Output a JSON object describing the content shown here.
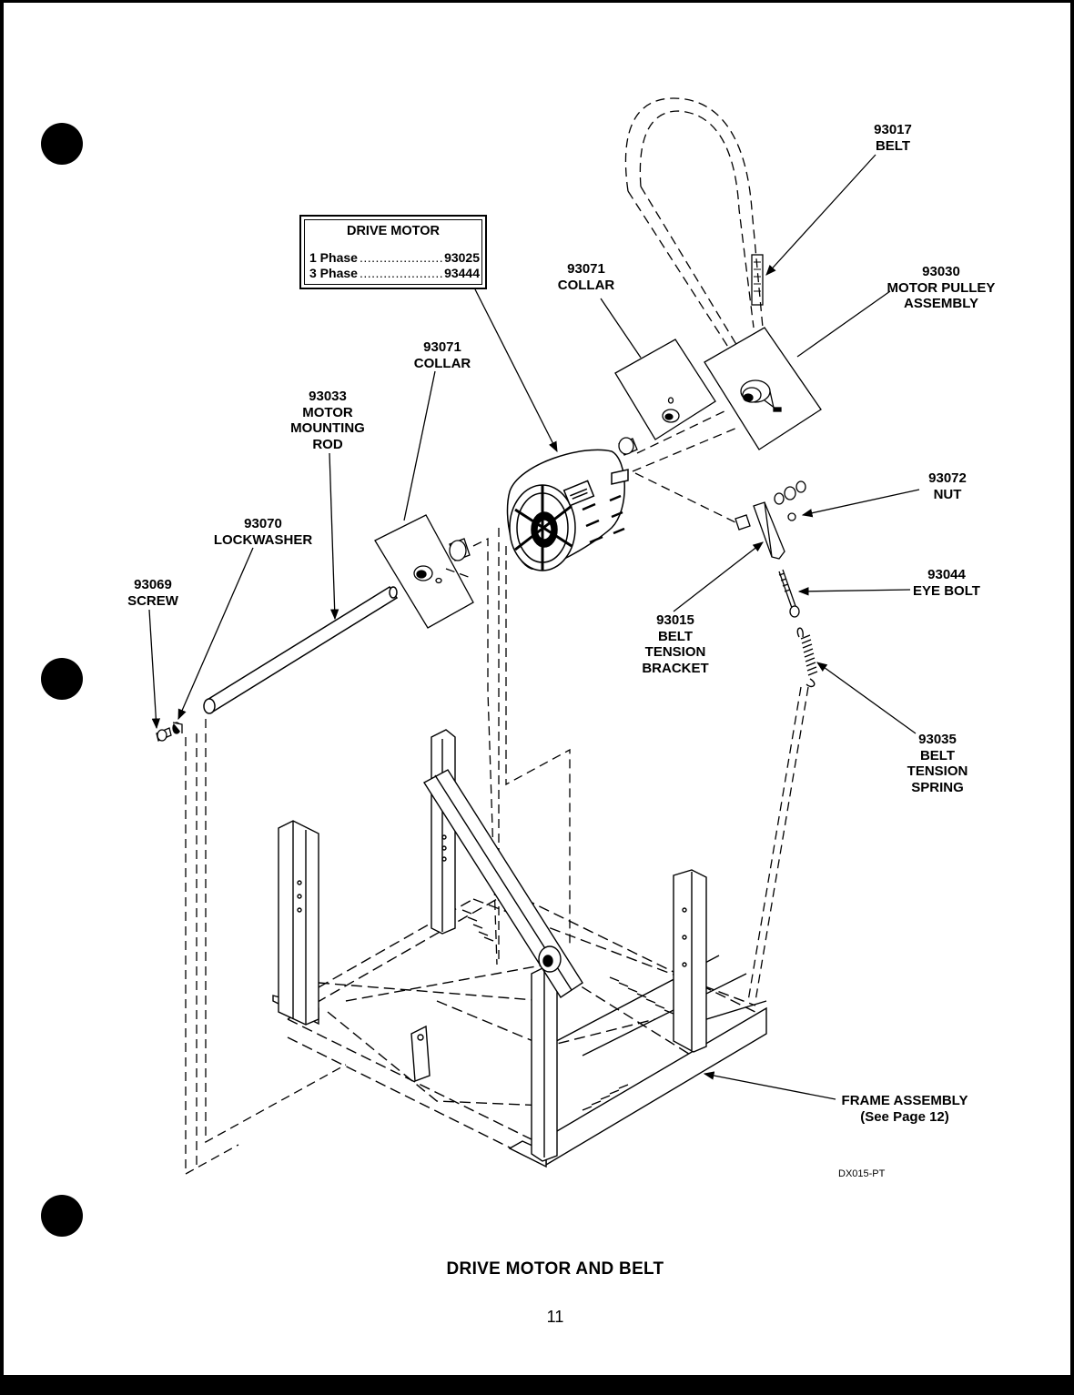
{
  "drive_motor_box": {
    "title": "DRIVE MOTOR",
    "rows": [
      {
        "phase": "1 Phase",
        "dots": "......................",
        "part": "93025"
      },
      {
        "phase": "3 Phase",
        "dots": "......................",
        "part": "93444"
      }
    ]
  },
  "callouts": {
    "belt": {
      "part": "93017",
      "name": "BELT"
    },
    "pulley": {
      "part": "93030",
      "line1": "MOTOR PULLEY",
      "line2": "ASSEMBLY"
    },
    "collar_upper": {
      "part": "93071",
      "name": "COLLAR"
    },
    "collar_lower": {
      "part": "93071",
      "name": "COLLAR"
    },
    "rod": {
      "part": "93033",
      "line1": "MOTOR",
      "line2": "MOUNTING",
      "line3": "ROD"
    },
    "lockwasher": {
      "part": "93070",
      "name": "LOCKWASHER"
    },
    "screw": {
      "part": "93069",
      "name": "SCREW"
    },
    "nut": {
      "part": "93072",
      "name": "NUT"
    },
    "eye_bolt": {
      "part": "93044",
      "name": "EYE BOLT"
    },
    "bracket": {
      "part": "93015",
      "line1": "BELT",
      "line2": "TENSION",
      "line3": "BRACKET"
    },
    "spring": {
      "part": "93035",
      "line1": "BELT",
      "line2": "TENSION",
      "line3": "SPRING"
    },
    "frame": {
      "line1": "FRAME ASSEMBLY",
      "line2": "(See Page 12)"
    }
  },
  "drawing_code": "DX015-PT",
  "page_title": "DRIVE MOTOR AND BELT",
  "page_number": "11"
}
